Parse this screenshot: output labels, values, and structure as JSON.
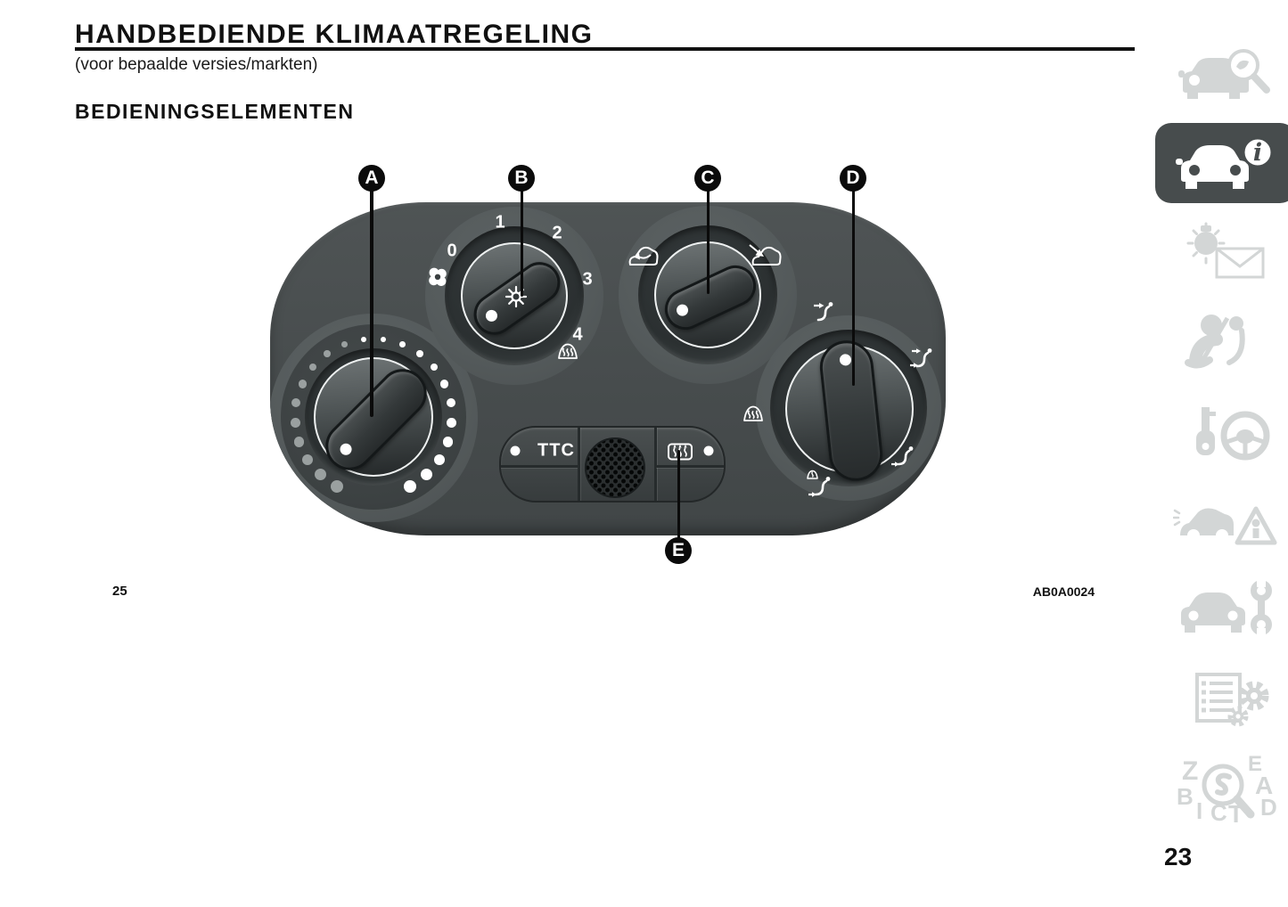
{
  "page": {
    "title": "HANDBEDIENDE KLIMAATREGELING",
    "subtitle": "(voor bepaalde versies/markten)",
    "section_heading": "BEDIENINGSELEMENTEN",
    "figure_number": "25",
    "figure_code": "AB0A0024",
    "page_number": "23"
  },
  "figure": {
    "callouts": {
      "a": "A",
      "b": "B",
      "c": "C",
      "d": "D",
      "e": "E"
    },
    "temperature_knob": {
      "icon": "temperature-dot-ring"
    },
    "fan_knob": {
      "positions": [
        "0",
        "1",
        "2",
        "3",
        "4"
      ],
      "icons": [
        "fan-icon",
        "snowflake-icon",
        "windshield-defrost-icon"
      ]
    },
    "recirculation_knob": {
      "icons": [
        "air-recirculation-icon",
        "fresh-air-icon"
      ]
    },
    "distribution_knob": {
      "icons": [
        "face-vent-icon",
        "face-feet-vent-icon",
        "feet-vent-icon",
        "feet-defrost-vent-icon",
        "windshield-defrost-icon"
      ]
    },
    "center_buttons": {
      "ttc_label": "TTC",
      "defrost_icon": "rear-window-defrost-icon"
    }
  },
  "sidebar": {
    "info_letter": "i",
    "index_letters": [
      "Z",
      "B",
      "E",
      "A",
      "D",
      "I",
      "C",
      "T"
    ],
    "items": [
      {
        "icon": "car-search-icon",
        "active": false
      },
      {
        "icon": "car-info-icon",
        "active": true
      },
      {
        "icon": "light-envelope-icon",
        "active": false
      },
      {
        "icon": "occupant-seatbelt-icon",
        "active": false
      },
      {
        "icon": "key-steering-icon",
        "active": false
      },
      {
        "icon": "car-warning-triangle-icon",
        "active": false
      },
      {
        "icon": "car-wrench-icon",
        "active": false
      },
      {
        "icon": "document-gears-icon",
        "active": false
      },
      {
        "icon": "alphabetical-index-icon",
        "active": false
      }
    ]
  },
  "colors": {
    "panel": "#484d4e",
    "mount": "#565c5d",
    "sidebar_active_bg": "#474c4d",
    "sidebar_icon": "#d3d6d6",
    "accent_white": "#ffffff",
    "text": "#111111"
  }
}
